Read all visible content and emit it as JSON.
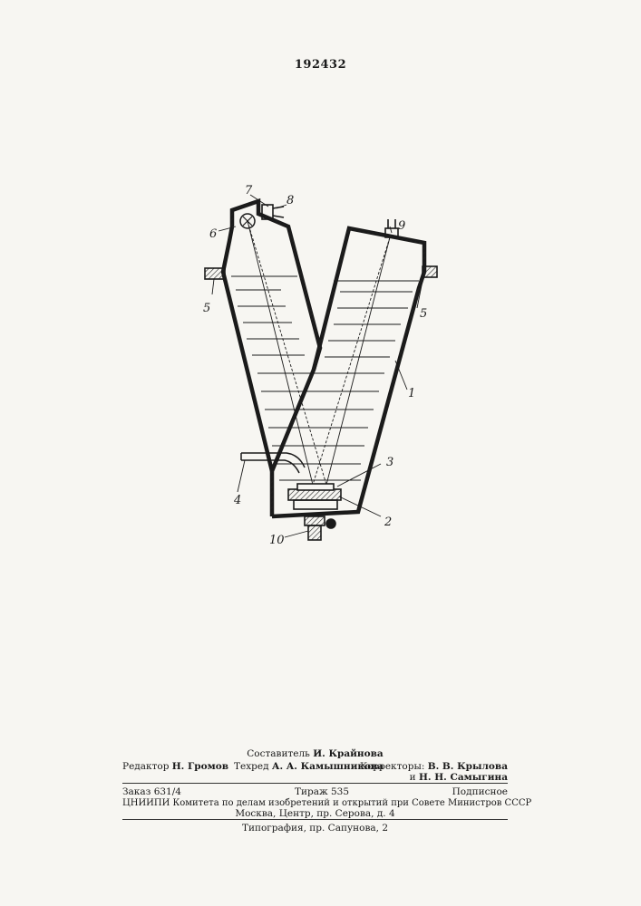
{
  "header": {
    "patent_number": "192432"
  },
  "figure": {
    "labels": {
      "l1": "1",
      "l2": "2",
      "l3": "3",
      "l4": "4",
      "l5a": "5",
      "l5b": "5",
      "l6": "6",
      "l7": "7",
      "l8": "8",
      "l9": "9",
      "l10": "10"
    }
  },
  "imprint": {
    "compiler_label": "Составитель",
    "compiler_name": "И. Крайнова",
    "editor_label": "Редактор",
    "editor_name": "Н. Громов",
    "techred_label": "Техред",
    "techred_name": "А. А. Камышникова",
    "correctors_label": "Корректоры:",
    "corrector_1": "В. В. Крылова",
    "corrector_2_prefix": "и",
    "corrector_2": "Н. Н. Самыгина",
    "order": "Заказ 631/4",
    "circulation": "Тираж 535",
    "subscription": "Подписное",
    "institute": "ЦНИИПИ Комитета по делам изобретений и открытий при Совете Министров СССР",
    "address": "Москва, Центр, пр. Серова, д. 4",
    "printing_house": "Типография, пр. Сапунова, 2"
  }
}
